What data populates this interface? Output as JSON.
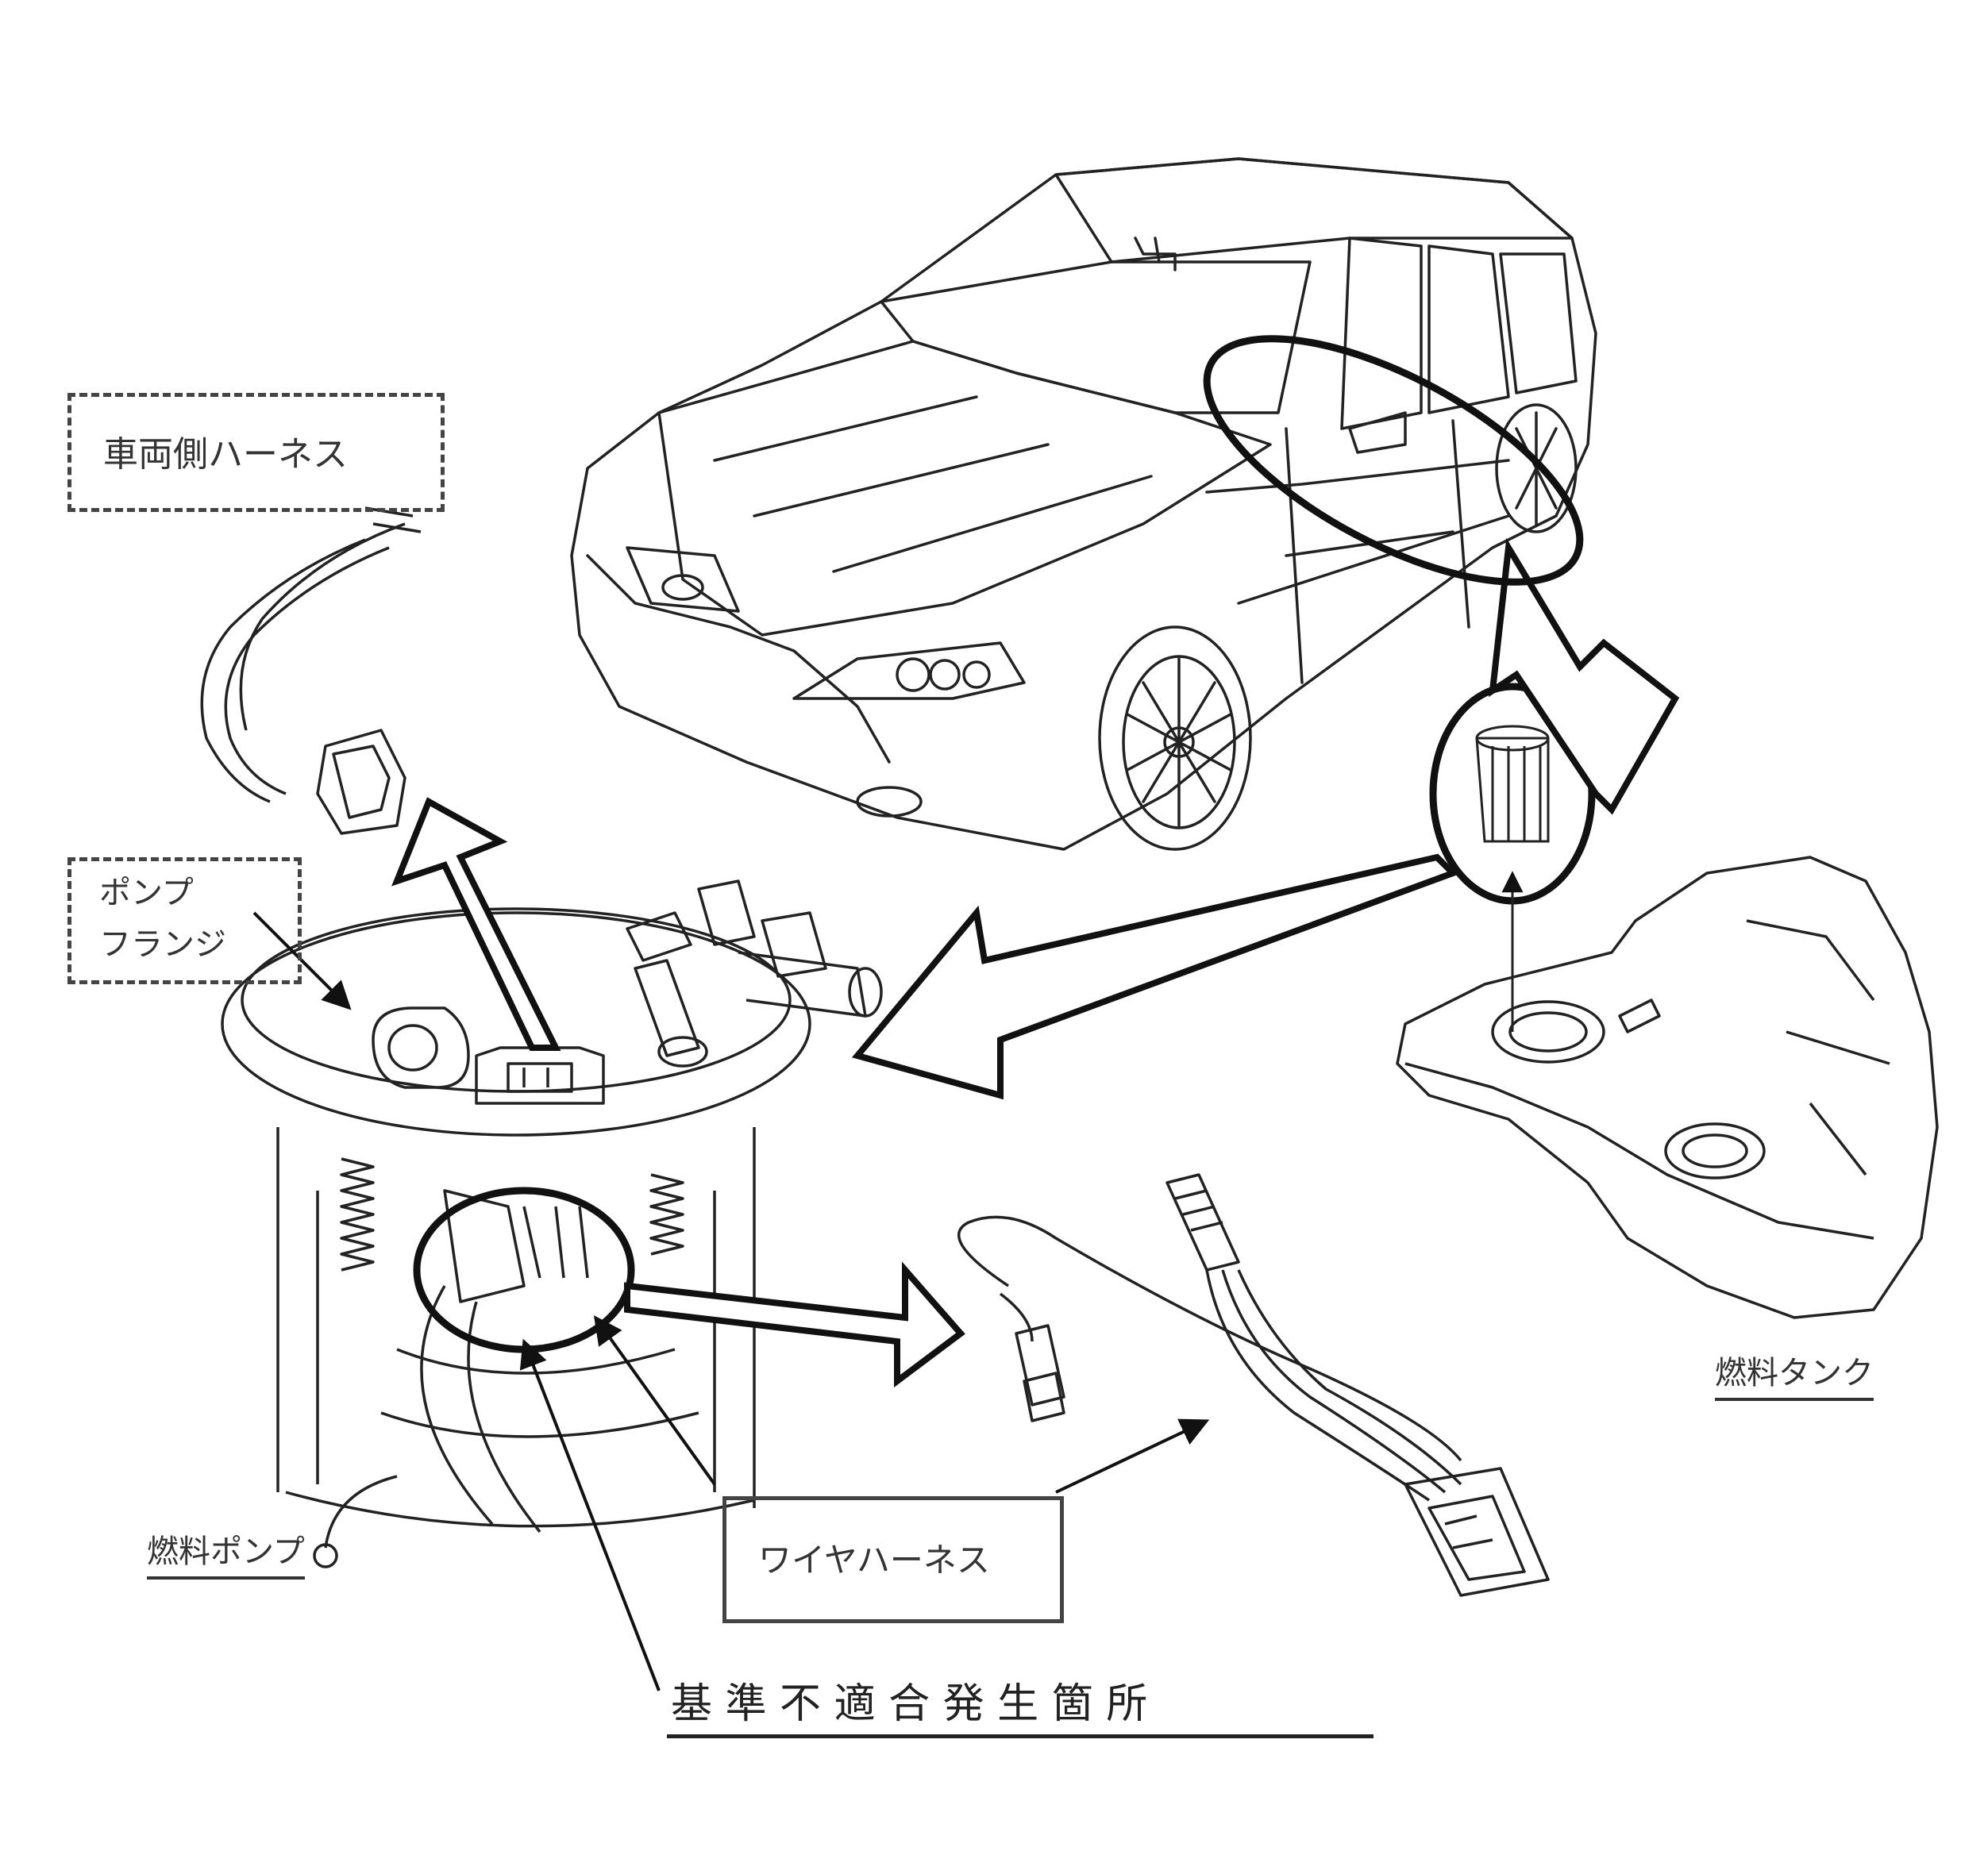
{
  "labels": {
    "vehicle_harness": "車両側ハーネス",
    "pump_flange_line1": "ポンプ",
    "pump_flange_line2": "フランジ",
    "fuel_tank": "燃料タンク",
    "fuel_pump": "燃料ポンプ",
    "wire_harness": "ワイヤハーネス",
    "defect_location": "基 準 不 適 合 発 生 箇 所"
  },
  "colors": {
    "line": "#222222",
    "text": "#333333",
    "background": "#ffffff"
  },
  "icons": [
    "car-illustration",
    "fuel-tank-illustration",
    "fuel-pump-illustration",
    "wire-harness-illustration",
    "vehicle-harness-connector"
  ]
}
